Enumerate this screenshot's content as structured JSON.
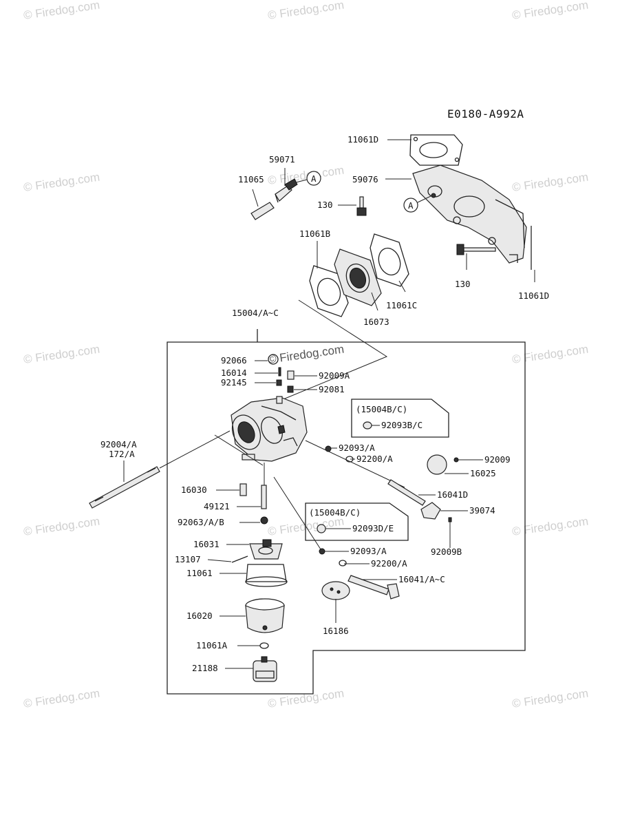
{
  "diagram_code": "E0180-A992A",
  "watermark": "© Firedog.com",
  "callout_letter": "A",
  "parts": {
    "p11061D_top": "11061D",
    "p59071": "59071",
    "p11065": "11065",
    "p59076": "59076",
    "p130_top": "130",
    "p11061B": "11061B",
    "p130_right": "130",
    "p11061D_right": "11061D",
    "p11061C": "11061C",
    "p16073": "16073",
    "p15004": "15004/A~C",
    "p92066": "92066",
    "p16014": "16014",
    "p92009A": "92009A",
    "p92145": "92145",
    "p92081": "92081",
    "box1_title": "(15004B/C)",
    "box1_part": "92093B/C",
    "p92004_a": "92004/A",
    "p92004_b": "172/A",
    "p92093A_1": "92093/A",
    "p92200A_1": "92200/A",
    "p92009": "92009",
    "p16025": "16025",
    "p16030": "16030",
    "p16041D": "16041D",
    "p49121": "49121",
    "box2_title": "(15004B/C)",
    "box2_part": "92093D/E",
    "p39074": "39074",
    "p92063": "92063/A/B",
    "p92009B": "92009B",
    "p16031": "16031",
    "p92093A_2": "92093/A",
    "p13107": "13107",
    "p92200A_2": "92200/A",
    "p11061": "11061",
    "p16041AC": "16041/A~C",
    "p16020": "16020",
    "p16186": "16186",
    "p11061A": "11061A",
    "p21188": "21188"
  }
}
